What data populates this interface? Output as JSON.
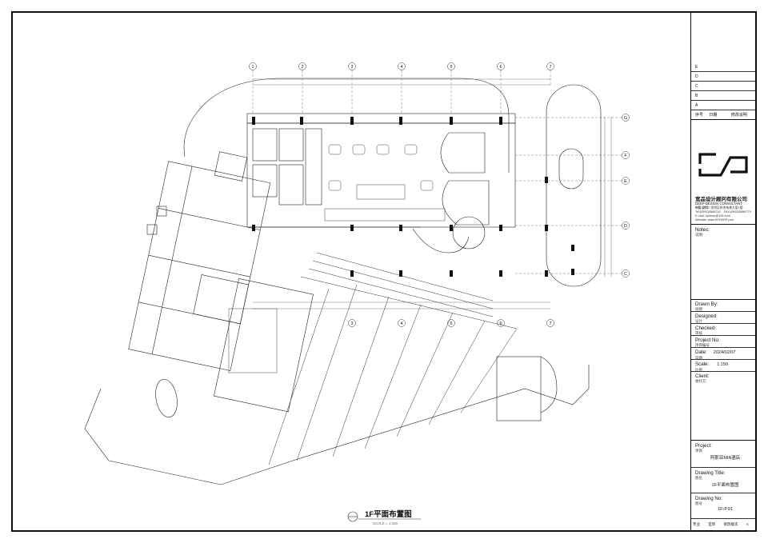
{
  "title_block": {
    "revisions": [
      "E",
      "D",
      "C",
      "B",
      "A"
    ],
    "rev_headers": {
      "no": "序号",
      "date": "日期",
      "desc": "修改说明"
    },
    "company_cn": "宽品设计顾问有限公司",
    "company_en": "DEEP DESIGN CONSULTANT CO.,LTD",
    "address": "中国 厦门 / 思明区岭兜每美大厦1楼",
    "tel": "Tel:(0592)5566719",
    "fax": "FAX:(0592)5566779",
    "email": "E-mail: kpdeep@126.com",
    "website": "Website: www.KPDEEP.com",
    "notes_label": "Notes:",
    "notes_sub": "说明",
    "drawn_by_label": "Drawn By:",
    "drawn_by_sub": "绘图",
    "designed_label": "Designed:",
    "designed_sub": "设计",
    "checked_label": "Checked:",
    "checked_sub": "审核",
    "project_no_label": "Project No:",
    "project_no_sub": "项目编号",
    "date_label": "Date:",
    "date_sub": "日期",
    "date_value": "2024/02/07",
    "scale_label": "Scale:",
    "scale_sub": "比例",
    "scale_value": "1:150",
    "client_label": "Client:",
    "client_sub": "委托方",
    "project_label": "Project:",
    "project_sub": "项目",
    "project_value": "阿那亚MIA酒店",
    "drawing_title_label": "Drawing Title:",
    "drawing_title_sub": "图名",
    "drawing_title_value": "1F平面布置图",
    "drawing_no_label": "Drawing No:",
    "drawing_no_sub": "图号",
    "drawing_no_value": "1F-P.01",
    "footer": [
      "专业",
      "室饰",
      "修改版次",
      "A"
    ]
  },
  "plan": {
    "grid_numbers": [
      "1",
      "2",
      "3",
      "4",
      "5",
      "6",
      "7"
    ],
    "grid_letters": [
      "G",
      "F",
      "E",
      "D",
      "C"
    ],
    "drawing_title": "1F平面布置图",
    "drawing_scale": "SCALE = 1:150"
  }
}
